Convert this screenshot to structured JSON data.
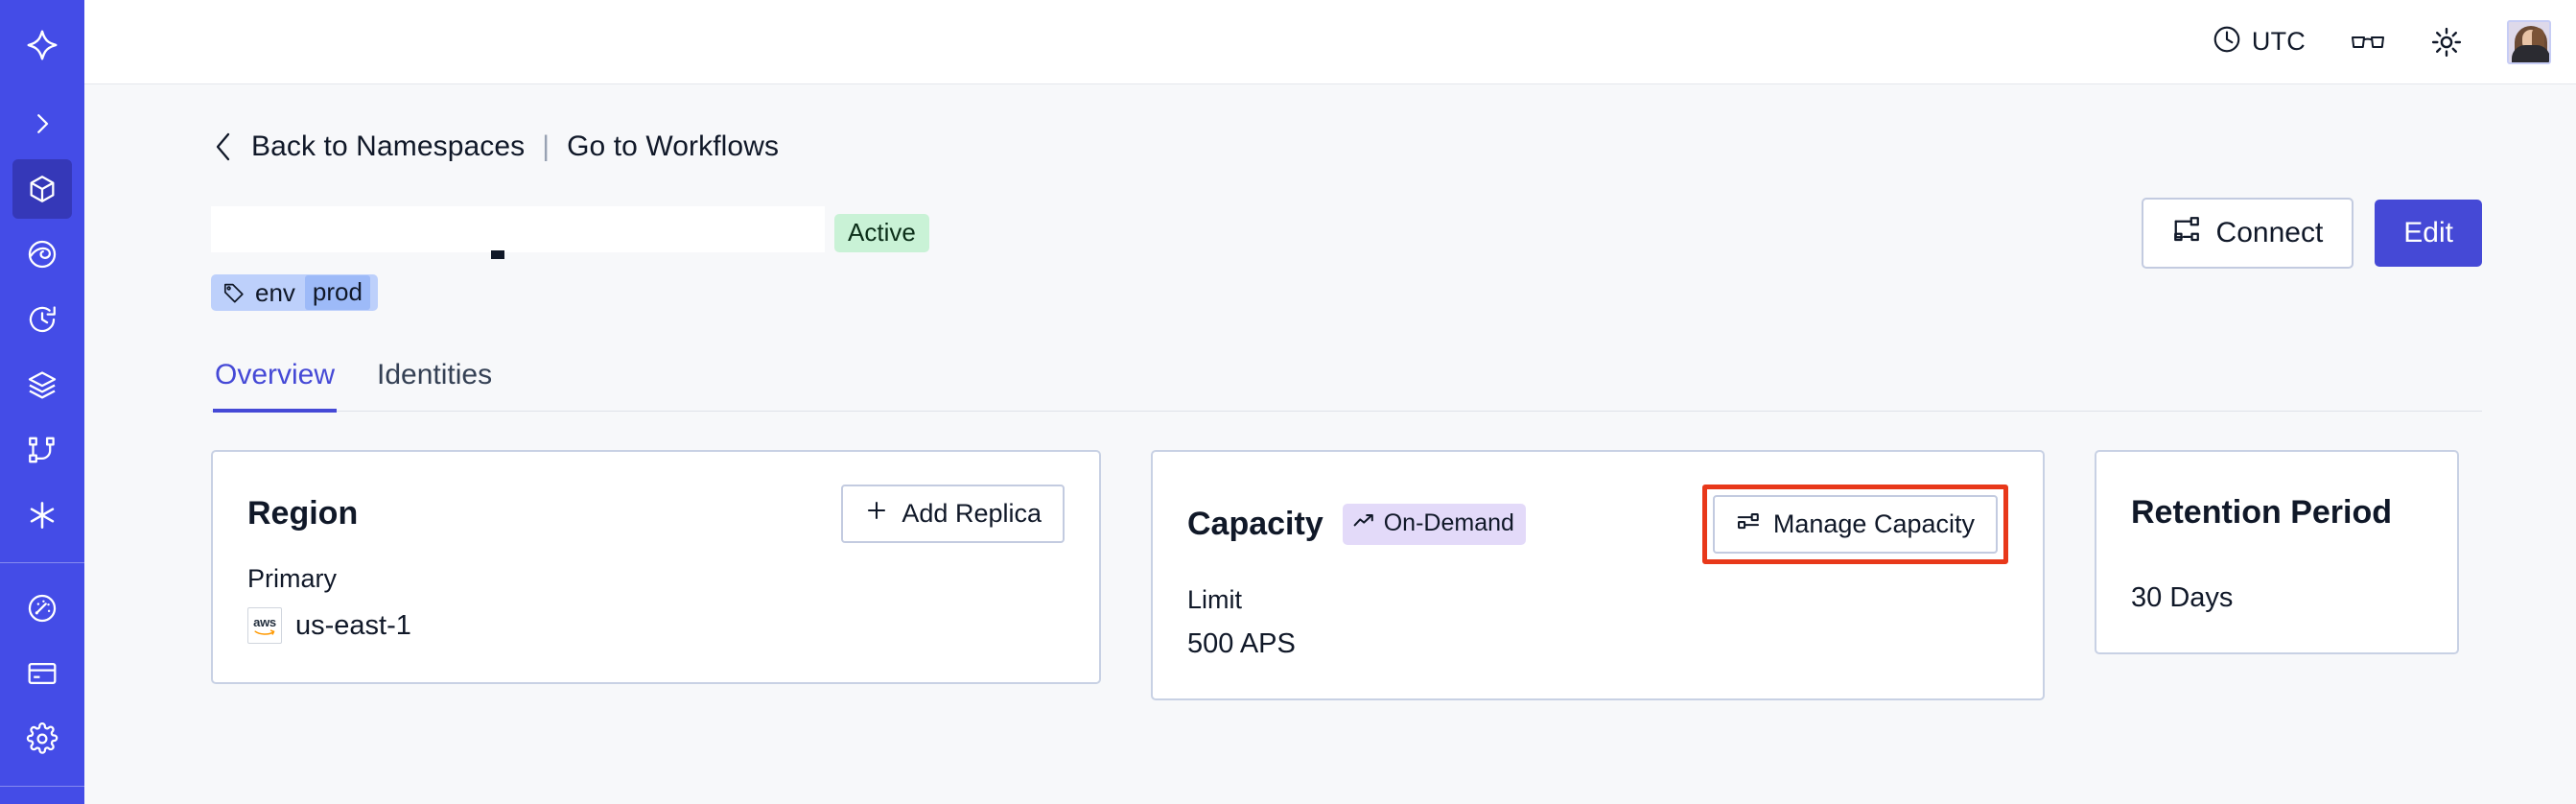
{
  "sidebar": {
    "items": [
      {
        "icon": "temporal-logo-icon",
        "name": "sidebar-logo",
        "active": false
      },
      {
        "icon": "chevron-right-icon",
        "name": "sidebar-expand-button",
        "active": false
      },
      {
        "icon": "cube-icon",
        "name": "sidebar-item-namespaces",
        "active": true
      },
      {
        "icon": "eye-icon",
        "name": "sidebar-item-observability",
        "active": false
      },
      {
        "icon": "history-clock-icon",
        "name": "sidebar-item-history",
        "active": false
      },
      {
        "icon": "layers-icon",
        "name": "sidebar-item-layers",
        "active": false
      },
      {
        "icon": "workflow-graph-icon",
        "name": "sidebar-item-workflows",
        "active": false
      },
      {
        "icon": "asterisk-icon",
        "name": "sidebar-item-nexus",
        "active": false
      },
      {
        "icon": "gauge-icon",
        "name": "sidebar-item-usage",
        "active": false
      },
      {
        "icon": "credit-card-icon",
        "name": "sidebar-item-billing",
        "active": false
      },
      {
        "icon": "gear-icon",
        "name": "sidebar-item-settings",
        "active": false
      }
    ]
  },
  "topbar": {
    "timezone_icon": "clock-icon",
    "timezone_label": "UTC",
    "glasses_icon": "glasses-icon",
    "theme_icon": "sun-icon",
    "avatar_icon": "user-avatar"
  },
  "breadcrumb": {
    "back_icon": "chevron-left-icon",
    "back_label": "Back to Namespaces",
    "divider": "|",
    "forward_label": "Go to Workflows"
  },
  "header": {
    "namespace_title": "",
    "namespace_redacted": true,
    "status_badge": "Active",
    "tag": {
      "icon": "tag-icon",
      "key": "env",
      "value": "prod"
    },
    "connect_button": {
      "icon": "connect-icon",
      "label": "Connect"
    },
    "edit_button": {
      "label": "Edit"
    }
  },
  "tabs": [
    {
      "label": "Overview",
      "active": true
    },
    {
      "label": "Identities",
      "active": false
    }
  ],
  "cards": {
    "region": {
      "title": "Region",
      "action": {
        "icon": "plus-icon",
        "label": "Add Replica"
      },
      "label": "Primary",
      "provider_icon": "aws-logo",
      "value": "us-east-1"
    },
    "capacity": {
      "title": "Capacity",
      "badge": {
        "icon": "trending-up-icon",
        "label": "On-Demand"
      },
      "action": {
        "icon": "sliders-icon",
        "label": "Manage Capacity",
        "annotated": true,
        "annotation_color": "#e8381a"
      },
      "label": "Limit",
      "value": "500 APS"
    },
    "retention": {
      "title": "Retention Period",
      "value": "30 Days"
    }
  },
  "colors": {
    "sidebar_bg": "#444ce7",
    "sidebar_active": "#3538b8",
    "accent": "#4549d6",
    "page_bg": "#f7f8fa",
    "card_border": "#c8d1e4",
    "status_active_bg": "#c9f2d6",
    "badge_ondemand_bg": "#e3daf9",
    "tag_bg": "#bdd0fb",
    "tag_value_bg": "#9dbaf8",
    "annotation_red": "#e8381a"
  }
}
